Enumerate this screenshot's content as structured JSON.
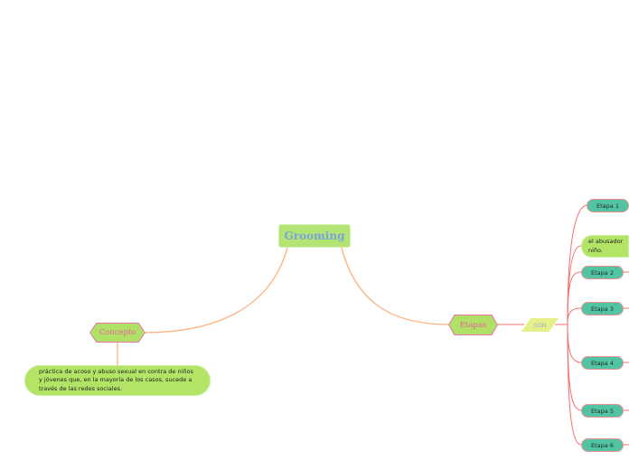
{
  "root": {
    "title": "Grooming"
  },
  "concepto": {
    "label": "Concepto",
    "text": "práctica de acoso y abuso sexual en contra de niños y jóvenes que, en la mayoría de los casos, sucede a través de las redes sociales."
  },
  "etapas": {
    "label": "Etapas",
    "connector": "SON",
    "items": [
      {
        "label": "Etapa 1"
      },
      {
        "label": "Etapa 2"
      },
      {
        "label": "Etapa 3"
      },
      {
        "label": "Etapa 4"
      },
      {
        "label": "Etapa 5"
      },
      {
        "label": "Etapa 6"
      }
    ],
    "note": "el abusador\nniño."
  },
  "colors": {
    "branch": "#fdb27e",
    "etapa_branch": "#f07070",
    "node_green": "#b3e466",
    "etapa_fill": "#52c3a3",
    "title_blue": "#7ba4d8",
    "label_pink": "#e8609a"
  }
}
